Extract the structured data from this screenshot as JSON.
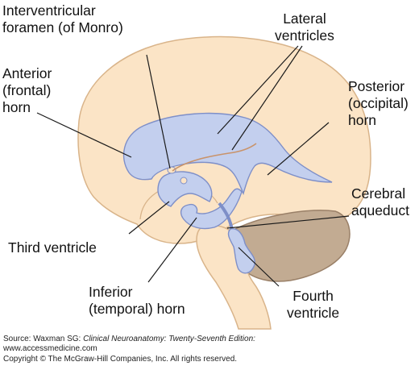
{
  "labels": {
    "foramen_line1": "Interventricular",
    "foramen_line2": "foramen (of Monro)",
    "lateral_line1": "Lateral",
    "lateral_line2": "ventricles",
    "anterior_line1": "Anterior",
    "anterior_line2": "(frontal)",
    "anterior_line3": "horn",
    "posterior_line1": "Posterior",
    "posterior_line2": "(occipital)",
    "posterior_line3": "horn",
    "aqueduct_line1": "Cerebral",
    "aqueduct_line2": "aqueduct",
    "third_ventricle": "Third ventricle",
    "inferior_line1": "Inferior",
    "inferior_line2": "(temporal) horn",
    "fourth_line1": "Fourth",
    "fourth_line2": "ventricle"
  },
  "source": {
    "prefix": "Source: Waxman SG: ",
    "title": "Clinical Neuroanatomy: Twenty-Seventh Edition:",
    "url": "www.accessmedicine.com",
    "copyright": "Copyright © The McGraw-Hill Companies, Inc. All rights reserved."
  },
  "colors": {
    "brain": "#fbe4c6",
    "brain_outline": "#d9b48a",
    "ventricle": "#c3cfee",
    "ventricle_outline": "#7e8fc8",
    "cerebellum": "#c2ab92",
    "cerebellum_outline": "#9a8068",
    "leader": "#1a1a1a"
  }
}
